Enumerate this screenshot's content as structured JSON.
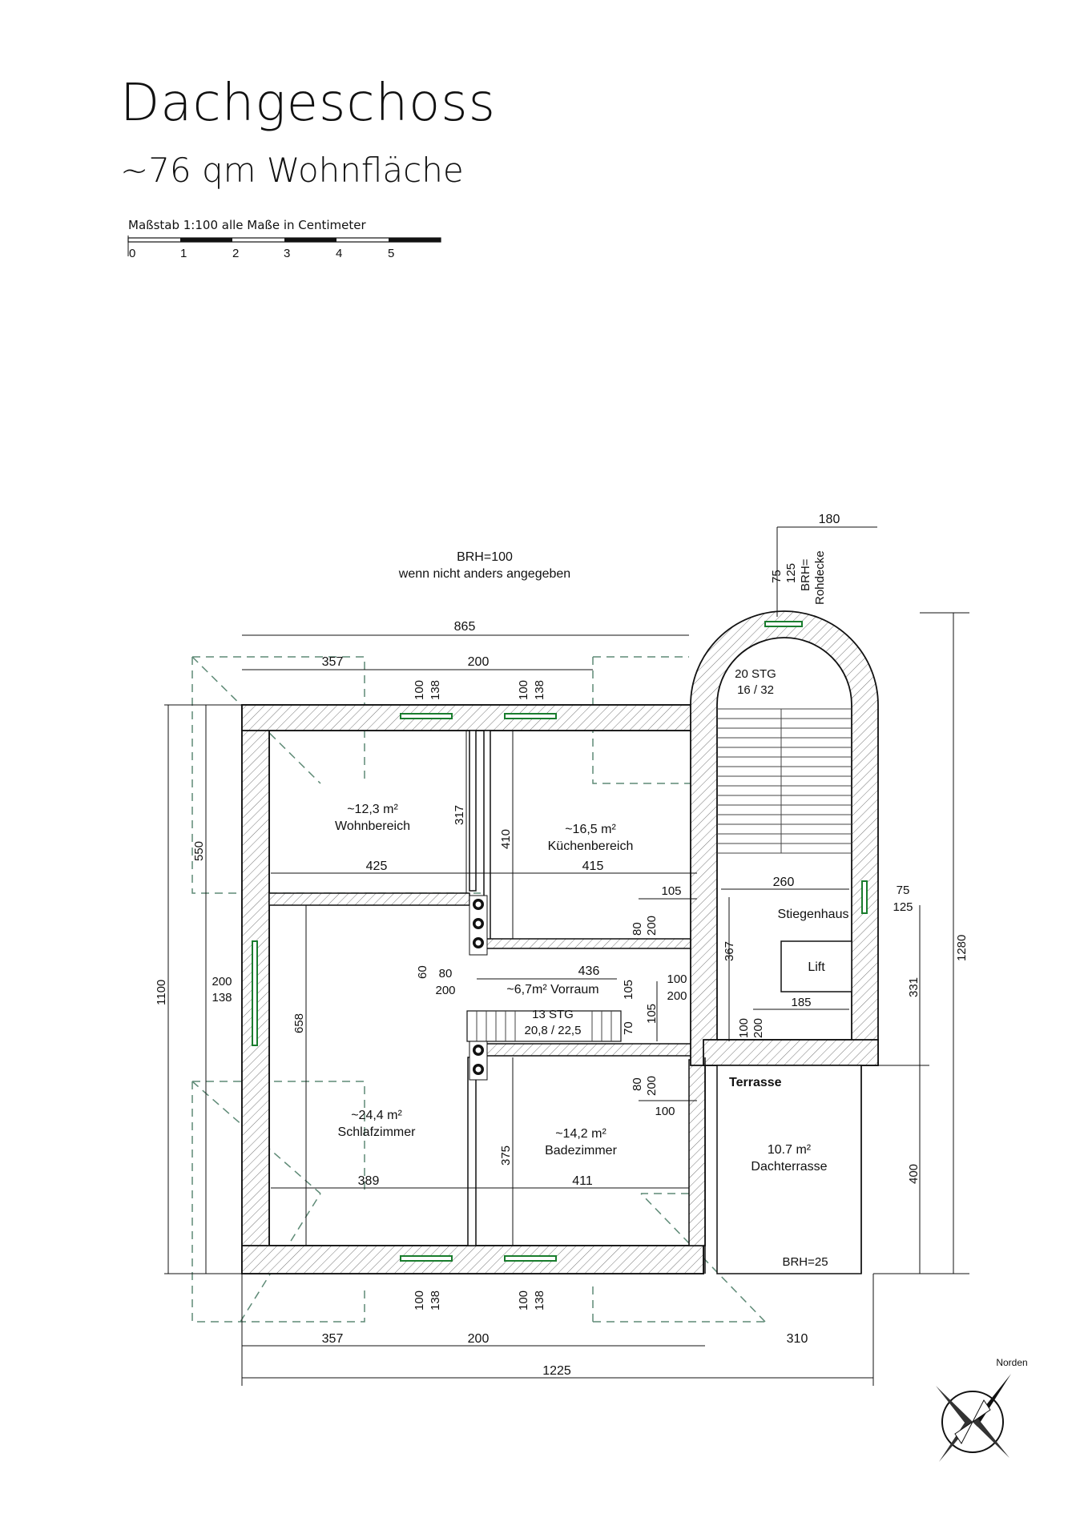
{
  "title": "Dachgeschoss",
  "subtitle": "~76 qm Wohnfläche",
  "scale": {
    "label": "Maßstab 1:100 alle Maße in Centimeter",
    "ticks": [
      "0",
      "1",
      "2",
      "3",
      "4",
      "5"
    ]
  },
  "notes": {
    "brh_line1": "BRH=100",
    "brh_line2": "wenn nicht anders angegeben",
    "brh_terrace": "BRH=25",
    "north": "Norden"
  },
  "rooms": {
    "wohn_area": "~12,3 m²",
    "wohn_name": "Wohnbereich",
    "kueche_area": "~16,5 m²",
    "kueche_name": "Küchenbereich",
    "schlaf_area": "~24,4 m²",
    "schlaf_name": "Schlafzimmer",
    "bad_area": "~14,2 m²",
    "bad_name": "Badezimmer",
    "vorraum": "~6,7m² Vorraum",
    "stiegenhaus": "Stiegenhaus",
    "lift": "Lift",
    "terrasse": "Terrasse",
    "dach_area": "10.7 m²",
    "dach_name": "Dachterrasse",
    "stair_main_1": "13 STG",
    "stair_main_2": "20,8 / 22,5",
    "stair_round_1": "20 STG",
    "stair_round_2": "16 / 32"
  },
  "dims": {
    "d865": "865",
    "d357t": "357",
    "d200t": "200",
    "d100a": "100",
    "d138a": "138",
    "d100b": "100",
    "d138b": "138",
    "d180": "180",
    "d75top": "75",
    "d125top": "125",
    "brh_rohdecke": "BRH=",
    "rohdecke": "Rohdecke",
    "d425": "425",
    "d415": "415",
    "d317": "317",
    "d410": "410",
    "d550": "550",
    "d1100": "1100",
    "d1280": "1280",
    "d200l": "200",
    "d138l": "138",
    "d658": "658",
    "d105a": "105",
    "d80a": "80",
    "d200a": "200",
    "d436": "436",
    "d60": "60",
    "d80b": "80",
    "d200b": "200",
    "d105b": "105",
    "d70": "70",
    "d105c": "105",
    "d100c": "100",
    "d200c": "200",
    "d260": "260",
    "d367": "367",
    "d185": "185",
    "d100d": "100",
    "d200d": "200",
    "d75r": "75",
    "d125r": "125",
    "d331": "331",
    "d400": "400",
    "d80c": "80",
    "d200e": "200",
    "d100e": "100",
    "d375": "375",
    "d389": "389",
    "d411": "411",
    "d357b": "357",
    "d200bb": "200",
    "d100f": "100",
    "d138f": "138",
    "d100g": "100",
    "d138g": "138",
    "d310": "310",
    "d1225": "1225"
  }
}
